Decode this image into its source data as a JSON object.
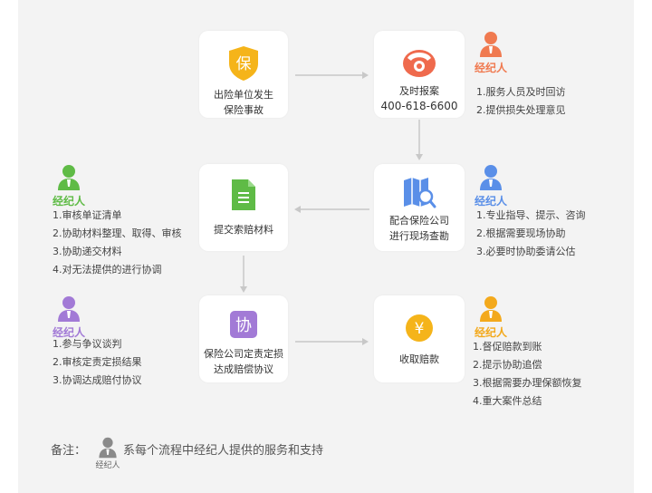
{
  "steps": [
    {
      "line1": "出险单位发生",
      "line2": "保险事故",
      "icon_char": "保"
    },
    {
      "line1": "及时报案",
      "line2": "400-618-6600"
    },
    {
      "line1": "配合保险公司",
      "line2": "进行现场查勘"
    },
    {
      "line1": "提交索赔材料",
      "line2": ""
    },
    {
      "line1": "保险公司定责定损",
      "line2": "达成赔偿协议",
      "icon_char": "协"
    },
    {
      "line1": "收取赔款",
      "line2": "",
      "icon_char": "¥"
    }
  ],
  "agent_title": "经纪人",
  "agents": [
    {
      "color": "#f07a50",
      "items": [
        "1.服务人员及时回访",
        "2.提供损失处理意见"
      ]
    },
    {
      "color": "#5a8fe8",
      "items": [
        "1.专业指导、提示、咨询",
        "2.根据需要现场协助",
        "3.必要时协助委请公估"
      ]
    },
    {
      "color": "#5fbb46",
      "items": [
        "1.审核单证清单",
        "2.协助材料整理、取得、审核",
        "3.协助递交材料",
        "4.对无法提供的进行协调"
      ]
    },
    {
      "color": "#a27ad6",
      "items": [
        "1.参与争议谈判",
        "2.审核定责定损结果",
        "3.协调达成赔付协议"
      ]
    },
    {
      "color": "#f3a91c",
      "items": [
        "1.督促赔款到账",
        "2.提示协助追偿",
        "3.根据需要办理保额恢复",
        "4.重大案件总结"
      ]
    }
  ],
  "colors": {
    "yellow": "#f5b41a",
    "red": "#ef6a4d",
    "blue": "#5a8fe8",
    "green": "#5fbb46",
    "purple": "#a27ad6",
    "arrow": "#c8c8c8"
  },
  "note": {
    "label": "备注：",
    "icon_label": "经纪人",
    "text": "系每个流程中经纪人提供的服务和支持"
  }
}
